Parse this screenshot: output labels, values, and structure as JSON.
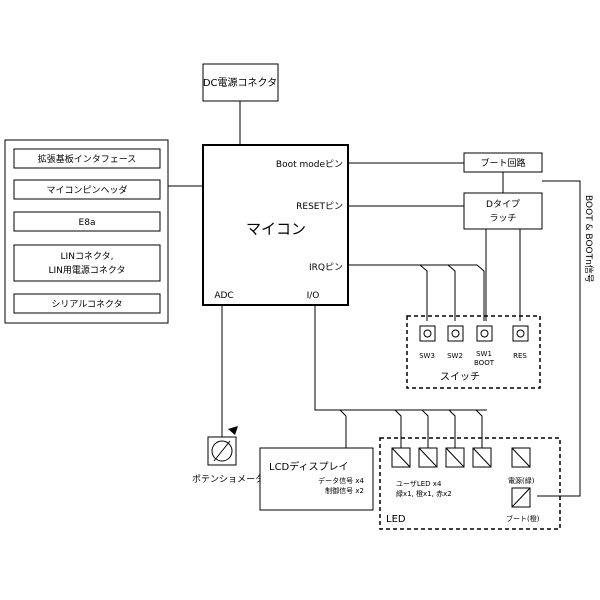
{
  "dc_connector": "DC電源コネクタ",
  "mcu": {
    "title": "マイコン",
    "boot_mode_pin": "Boot modeピン",
    "reset_pin": "RESETピン",
    "irq_pin": "IRQピン",
    "adc": "ADC",
    "io": "I/O"
  },
  "ext": {
    "items": [
      "拡張基板インタフェース",
      "マイコンピンヘッダ",
      "E8a"
    ],
    "lin_line1": "LINコネクタ,",
    "lin_line2": "LIN用電源コネクタ",
    "serial": "シリアルコネクタ"
  },
  "boot_circuit": "ブート回路",
  "latch": {
    "line1": "Dタイプ",
    "line2": "ラッチ"
  },
  "boot_signal": "BOOT & BOOTn信号",
  "switches": {
    "items": [
      {
        "line1": "SW3",
        "line2": ""
      },
      {
        "line1": "SW2",
        "line2": ""
      },
      {
        "line1": "SW1",
        "line2": "BOOT"
      },
      {
        "line1": "RES",
        "line2": ""
      }
    ],
    "group_label": "スイッチ"
  },
  "pot_label": "ポテンショメータ",
  "lcd": {
    "title": "LCDディスプレイ",
    "data_signal": "データ信号 x4",
    "control_signal": "制御信号 x2"
  },
  "led": {
    "user_line1": "ユーザLED x4",
    "user_line2": "緑x1, 橙x1, 赤x2",
    "power": "電源(緑)",
    "boot": "ブート(橙)",
    "group_label": "LED"
  }
}
